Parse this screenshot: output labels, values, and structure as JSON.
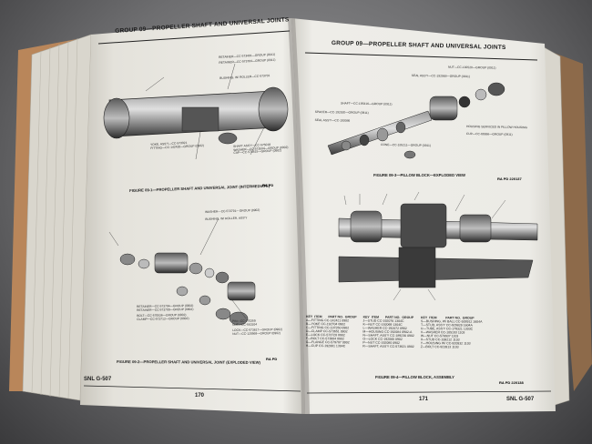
{
  "left_page": {
    "header": "GROUP 09—PROPELLER SHAFT AND UNIVERSAL JOINTS",
    "figure_1_caption": "FIGURE 09-1—PROPELLER SHAFT AND UNIVERSAL JOINT (INTERMEDIATE)",
    "figure_1_ref": "RA PD",
    "figure_2_caption": "FIGURE 09-2—PROPELLER SHAFT AND UNIVERSAL JOINT (EXPLODED VIEW)",
    "figure_2_ref": "RA PD",
    "page_number": "170",
    "footer": "SNL G-507",
    "callouts_fig1": [
      "RETAINER—CC-573401—GROUP (0911)",
      "RETAINER—CC-573704—GROUP (0911)",
      "BUSHING, W/ ROLLER—CC-573701",
      "YOKE, ASS'Y—CC-573921",
      "FITTING—CC-142420—GROUP (0902)",
      "SHAFT ASS'Y—CC-575018",
      "WASHER—CC-573594—GROUP (0902)",
      "CAP—CC-573515—GROUP (0902)"
    ],
    "callouts_fig2": [
      "WASHER—CC-573701—GROUP (0902)",
      "BUSHING, W/ ROLLER, ASS'Y",
      "RETAINER—CC-573704—GROUP (0902)",
      "RETAINER—CC-573700—GROUP (0902)",
      "PIN—CC-170359",
      "NUT—CC-563104",
      "BOLT—CC-570536—GROUP (0902)",
      "CLAMP—CC-573712—GROUP (0902)",
      "LOCK—CC-573617—GROUP (0902)",
      "NUT—CC-120568—GROUP (0902)"
    ]
  },
  "right_page": {
    "header": "GROUP 09—PROPELLER SHAFT AND UNIVERSAL JOINTS",
    "figure_3_caption": "FIGURE 09-3—PILLOW BLOCK—EXPLODED VIEW",
    "figure_3_ref": "RA PD 220137",
    "figure_4_caption": "FIGURE 09-4—PILLOW BLOCK, ASSEMBLY",
    "figure_4_ref": "RA PD 220138",
    "page_number": "171",
    "footer": "SNL G-507",
    "callouts_fig3": [
      "NUT—CC-192528—GROUP (0911)",
      "SEAL ASS'Y—CC-192968—GROUP (0911)",
      "SHAFT—CC-195416—GROUP (0911)",
      "SPACER—CC-192920—GROUP (0911)",
      "SEAL ASS'Y—CC-193086",
      "CONE—CC-185211—GROUP (0911)",
      "CUP—CC-69366—GROUP (0911)",
      "HOUSING SERVICED IN PILLOW HOUSING"
    ],
    "table_headers": [
      "KEY",
      "ITEM",
      "PART NO.",
      "GROUP"
    ],
    "table_rows_col1": [
      [
        "A",
        "FITTING",
        "CC-142421",
        "0902"
      ],
      [
        "B",
        "YOKE",
        "CC-192704",
        "0902"
      ],
      [
        "C",
        "FITTING",
        "CC-107260",
        "0902"
      ],
      [
        "D",
        "CLAMP",
        "CC-573651",
        "0902"
      ],
      [
        "E",
        "LOCK",
        "CC-573720",
        "0902"
      ],
      [
        "F",
        "BOLT",
        "CC-573604",
        "0902"
      ],
      [
        "G",
        "FLANGE",
        "CC-579707",
        "0902"
      ],
      [
        "H",
        "CUP",
        "CC-192081",
        "1304C"
      ]
    ],
    "table_rows_col2": [
      [
        "J",
        "STUD",
        "CC-192076",
        "1304C"
      ],
      [
        "K",
        "NUT",
        "CC-192069",
        "1304C"
      ],
      [
        "L",
        "WASHER",
        "CC-192072",
        "0902"
      ],
      [
        "M",
        "HOUSING",
        "CC-192084",
        "0902-A"
      ],
      [
        "N",
        "SHAFT, ASS'Y",
        "CC-189230",
        "0902"
      ],
      [
        "O",
        "LOCK",
        "CC-192065",
        "0902"
      ],
      [
        "P",
        "NUT",
        "CC-192080",
        "0902"
      ],
      [
        "R",
        "SHAFT, ASS'Y",
        "CC-573621",
        "0902"
      ]
    ],
    "table_rows_col3": [
      [
        "S",
        "BUSHING, W/ BALL",
        "CC-928912",
        "1604A"
      ],
      [
        "T",
        "STUD, ASS'Y",
        "CC-929829",
        "1604A"
      ],
      [
        "U",
        "TUBE, ASS'Y",
        "CC-179321",
        "1303C"
      ],
      [
        "V",
        "WASHER",
        "CC-105103",
        "1103"
      ],
      [
        "W",
        "NUT",
        "CC-578937",
        "1103"
      ],
      [
        "X",
        "STUD",
        "CC-108212",
        "1103"
      ],
      [
        "Y",
        "HOUSING W/",
        "CC-920932",
        "1103"
      ],
      [
        "Z",
        "BOLT",
        "CC-923913",
        "1103"
      ]
    ]
  },
  "colors": {
    "paper": "#ecebe6",
    "ink": "#1b1b1b",
    "background": "#6e6e70"
  }
}
